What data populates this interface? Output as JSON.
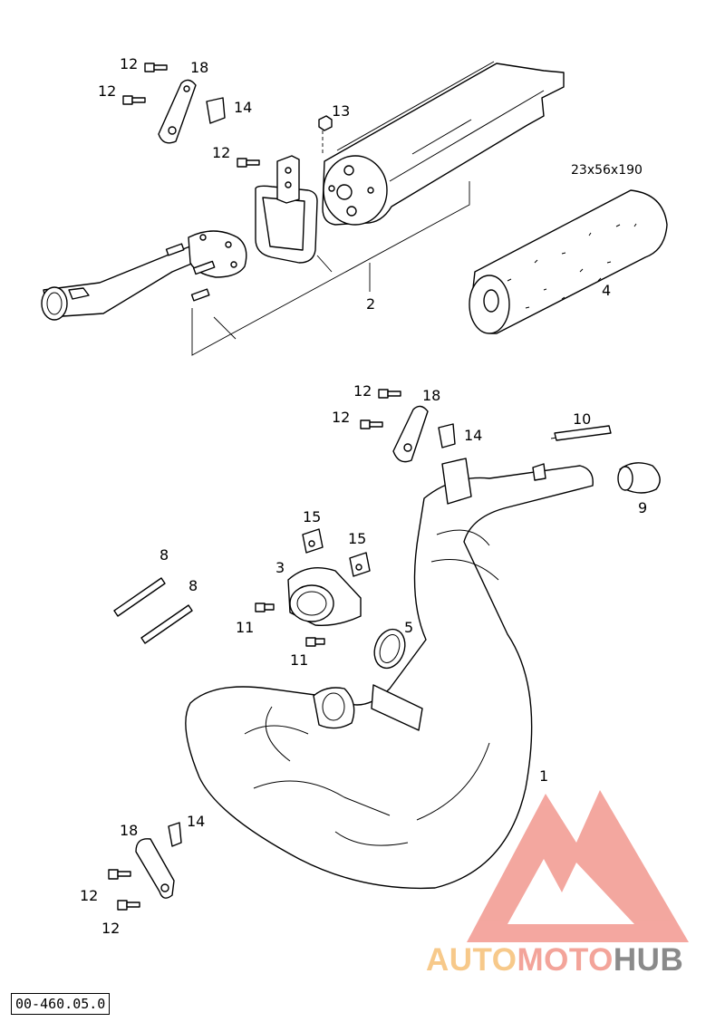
{
  "diagram": {
    "code": "00-460.05.0",
    "dimension_label": "23x56x190",
    "callouts": {
      "c1": "1",
      "c2": "2",
      "c3": "3",
      "c4": "4",
      "c5": "5",
      "c8a": "8",
      "c8b": "8",
      "c9": "9",
      "c10": "10",
      "c11a": "11",
      "c11b": "11",
      "c12a": "12",
      "c12b": "12",
      "c12c": "12",
      "c12d": "12",
      "c12e": "12",
      "c12f": "12",
      "c12g": "12",
      "c13": "13",
      "c14a": "14",
      "c14b": "14",
      "c14c": "14",
      "c15a": "15",
      "c15b": "15",
      "c18a": "18",
      "c18b": "18",
      "c18c": "18"
    }
  },
  "watermark": {
    "part1": "AUTO",
    "part2": "MOTO",
    "part3": "HUB",
    "colors": {
      "auto": "#f7c98a",
      "moto": "#f3a49a",
      "hub": "#8a8a8a",
      "logo": "#f08a80"
    }
  }
}
